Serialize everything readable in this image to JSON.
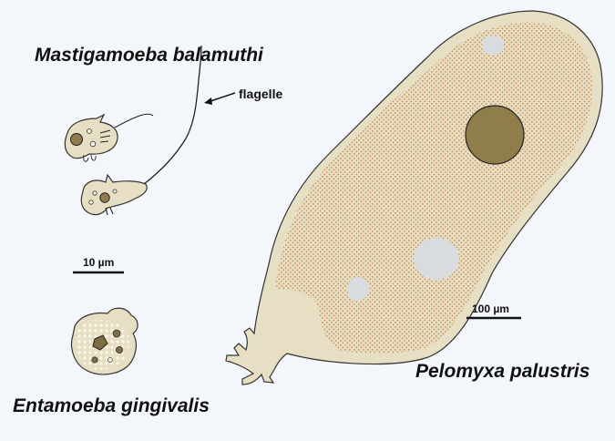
{
  "colors": {
    "background": "#f3f7fc",
    "cytoplasm": "#e7dfc4",
    "stipple": "#c98a55",
    "nucleus": "#8f7d4b",
    "vacuole": "#d9dcdf",
    "outline": "#333333"
  },
  "organisms": {
    "mastigamoeba": {
      "name": "Mastigamoeba balamuthi",
      "flagellum_label": "flagelle",
      "scale_label": "10 µm"
    },
    "entamoeba": {
      "name": "Entamoeba gingivalis"
    },
    "pelomyxa": {
      "name": "Pelomyxa palustris",
      "scale_label": "100 µm"
    }
  }
}
